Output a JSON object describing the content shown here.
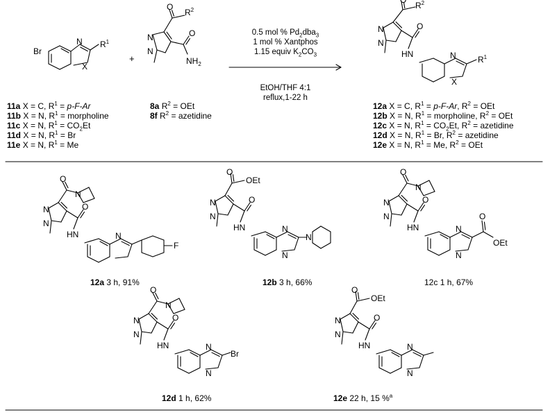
{
  "reactants": {
    "bromide_labels": [
      {
        "num": "11a",
        "x": "X = C,",
        "r1": "p-F-Ar"
      },
      {
        "num": "11b",
        "x": "X = N,",
        "r1": "morpholine"
      },
      {
        "num": "11c",
        "x": "X = N,",
        "r1": "CO2Et"
      },
      {
        "num": "11d",
        "x": "X = N,",
        "r1": "Br"
      },
      {
        "num": "11e",
        "x": "X = N,",
        "r1": "Me"
      }
    ],
    "amide_labels": [
      {
        "num": "8a",
        "r2": "OEt"
      },
      {
        "num": "8f",
        "r2": "azetidine"
      }
    ],
    "plus": "+"
  },
  "conditions": {
    "catalyst_pct": "0.5 mol %",
    "catalyst": "Pd2dba3",
    "ligand_pct": "1 mol %",
    "ligand": "Xantphos",
    "base_equiv": "1.15 equiv",
    "base": "K2CO3",
    "solvent": "EtOH/THF 4:1",
    "temp_time": "reflux,1-22 h"
  },
  "product_labels": [
    {
      "num": "12a",
      "x": "X = C,",
      "r1": "p-F-Ar",
      "r2": "OEt"
    },
    {
      "num": "12b",
      "x": "X = N,",
      "r1": "morpholine",
      "r2": "OEt"
    },
    {
      "num": "12c",
      "x": "X = N,",
      "r1": "CO2Et",
      "r2": "azetidine"
    },
    {
      "num": "12d",
      "x": "X = N,",
      "r1": "Br",
      "r2": "azetidine"
    },
    {
      "num": "12e",
      "x": "X = N,",
      "r1": "Me",
      "r2": "OEt"
    }
  ],
  "structure_text": {
    "br": "Br",
    "n": "N",
    "o": "O",
    "f": "F",
    "hn": "HN",
    "nh2": "NH2",
    "oet": "OEt",
    "x": "X",
    "r": "R",
    "one": "1",
    "two": "2"
  },
  "captions": [
    {
      "num": "12a",
      "time": "3 h,",
      "yield": "91%"
    },
    {
      "num": "12b",
      "time": "3 h,",
      "yield": "66%"
    },
    {
      "num": "12c",
      "time": "1 h,",
      "yield": "67%"
    },
    {
      "num": "12d",
      "time": "1 h,",
      "yield": "62%"
    },
    {
      "num": "12e",
      "time": "22 h,",
      "yield": "15 %",
      "footnote": "a"
    }
  ]
}
